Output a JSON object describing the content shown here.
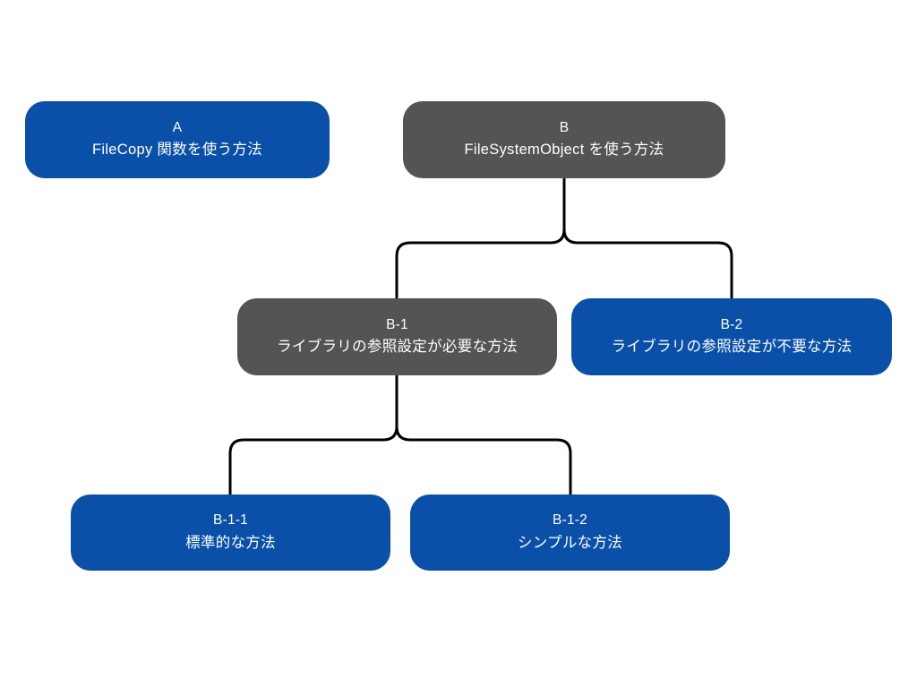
{
  "diagram": {
    "type": "tree-flowchart",
    "background_color": "#ffffff",
    "palette": {
      "blue": "#0b50a8",
      "gray": "#545454",
      "connector": "#000000",
      "text": "#ffffff"
    },
    "nodes": [
      {
        "id": "A",
        "code": "A",
        "label": "FileCopy 関数を使う方法",
        "color": "#0b50a8",
        "style": "blue"
      },
      {
        "id": "B",
        "code": "B",
        "label": "FileSystemObject を使う方法",
        "color": "#545454",
        "style": "gray"
      },
      {
        "id": "B-1",
        "code": "B-1",
        "label": "ライブラリの参照設定が必要な方法",
        "color": "#545454",
        "style": "gray"
      },
      {
        "id": "B-2",
        "code": "B-2",
        "label": "ライブラリの参照設定が不要な方法",
        "color": "#0b50a8",
        "style": "blue"
      },
      {
        "id": "B-1-1",
        "code": "B-1-1",
        "label": "標準的な方法",
        "color": "#0b50a8",
        "style": "blue"
      },
      {
        "id": "B-1-2",
        "code": "B-1-2",
        "label": "シンプルな方法",
        "color": "#0b50a8",
        "style": "blue"
      }
    ],
    "edges": [
      {
        "from": "B",
        "to": "B-1"
      },
      {
        "from": "B",
        "to": "B-2"
      },
      {
        "from": "B-1",
        "to": "B-1-1"
      },
      {
        "from": "B-1",
        "to": "B-1-2"
      }
    ]
  }
}
